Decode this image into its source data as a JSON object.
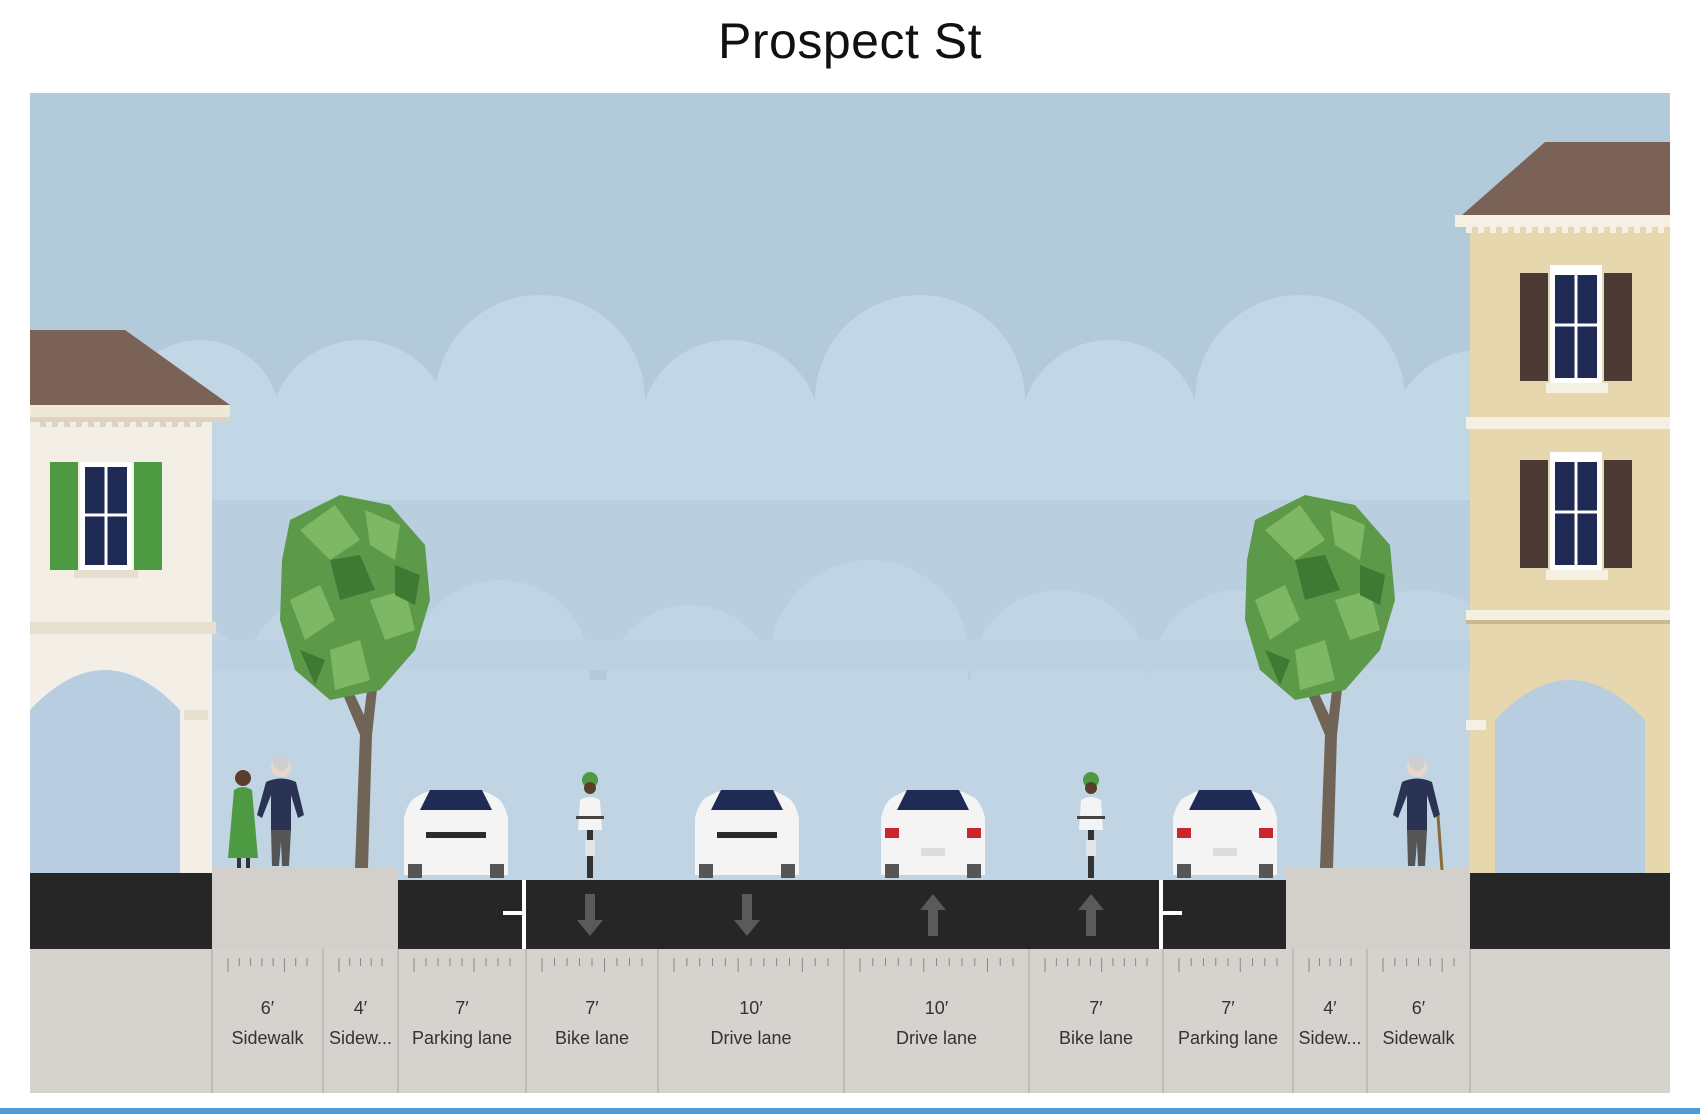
{
  "title": "Prospect St",
  "colors": {
    "sky": "#b3cadb",
    "cloud_far": "#c2d7e6",
    "cloud_near": "#b9cfe0",
    "asphalt": "#262626",
    "sidewalk": "#d3cfcb",
    "ground": "#d6d2ce",
    "building_left": "#f3efe6",
    "building_right": "#e6d7ae",
    "roof": "#7a6356",
    "tree_green": "#5c9a4a",
    "tree_trunk": "#6f6456",
    "car": "#f4f4f4",
    "shutter_green": "#4e9a43",
    "shutter_brown": "#4b3b34",
    "bottom_rule": "#4a9bd8"
  },
  "segments": [
    {
      "width": "6′",
      "label": "Sidewalk"
    },
    {
      "width": "4′",
      "label": "Sidew..."
    },
    {
      "width": "7′",
      "label": "Parking lane"
    },
    {
      "width": "7′",
      "label": "Bike lane"
    },
    {
      "width": "10′",
      "label": "Drive lane"
    },
    {
      "width": "10′",
      "label": "Drive lane"
    },
    {
      "width": "7′",
      "label": "Bike lane"
    },
    {
      "width": "7′",
      "label": "Parking lane"
    },
    {
      "width": "4′",
      "label": "Sidew..."
    },
    {
      "width": "6′",
      "label": "Sidewalk"
    }
  ],
  "lane_arrows": [
    "down",
    "down",
    "up",
    "up"
  ],
  "icons": [
    "building-left",
    "building-right",
    "tree-left",
    "tree-right",
    "pedestrian-group",
    "pedestrian-with-cane",
    "car-front",
    "car-rear",
    "bicyclist",
    "lane-arrow-down",
    "lane-arrow-up"
  ]
}
